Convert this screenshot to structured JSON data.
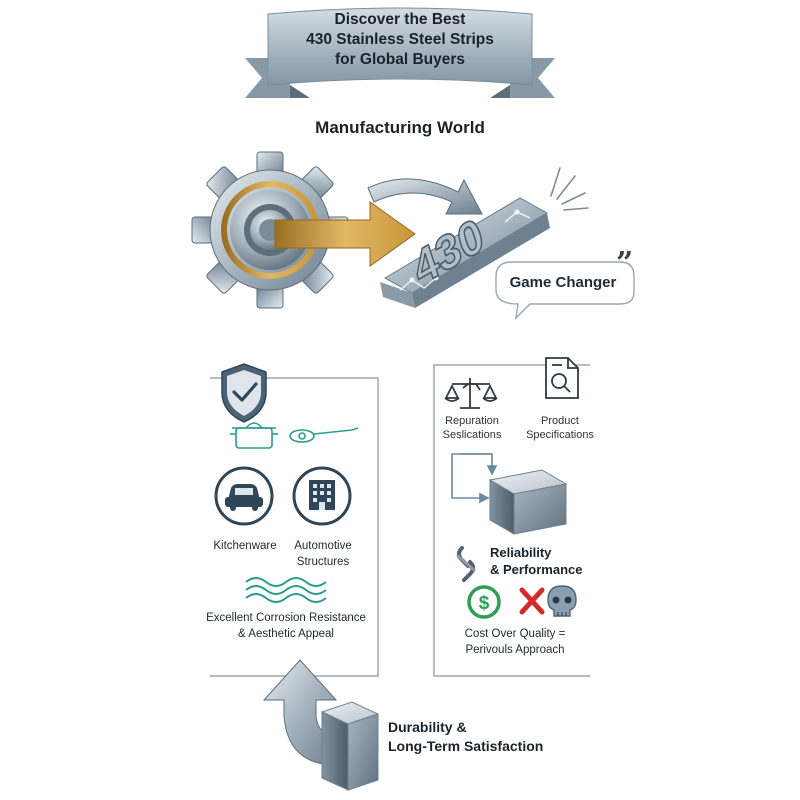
{
  "header": {
    "banner_lines": [
      "Discover the Best",
      "430 Stainless Steel Strips",
      "for Global Buyers"
    ],
    "subtitle": "Manufacturing World"
  },
  "hero": {
    "strip_label": "430",
    "callout": "Game Changer"
  },
  "left_panel": {
    "label_kitchenware": "Kitchenware",
    "label_automotive": [
      "Automotive",
      "Structures"
    ],
    "corrosion_text": [
      "Excellent Corrosion Resistance",
      "& Aesthetic Appeal"
    ]
  },
  "right_panel": {
    "label_reputation": [
      "Repuration",
      "Seslications"
    ],
    "label_specs": [
      "Product",
      "Specifications"
    ],
    "reliability": [
      "Reliability",
      "& Performance"
    ],
    "cost_text": [
      "Cost Over Quality =",
      "Perivouls Approach"
    ]
  },
  "footer": {
    "durability": [
      "Durability &",
      "Long-Term Satisfaction"
    ]
  },
  "icons": [
    "ribbon-banner",
    "gear-icon",
    "arrow-icon",
    "steel-strip",
    "speech-bubble-icon",
    "shield-check-icon",
    "pot-icon",
    "pan-icon",
    "car-icon",
    "building-icon",
    "wave-icon",
    "scale-handshake-icon",
    "document-search-icon",
    "cube-icon",
    "chain-link-icon",
    "dollar-icon",
    "cross-icon",
    "skull-icon",
    "curved-arrow-icon"
  ],
  "colors": {
    "gold": "#c8963a",
    "steel": "#9aaab6",
    "teal": "#2a9d8f",
    "green": "#2e9e55",
    "red": "#d62828",
    "navy": "#2e4658"
  }
}
